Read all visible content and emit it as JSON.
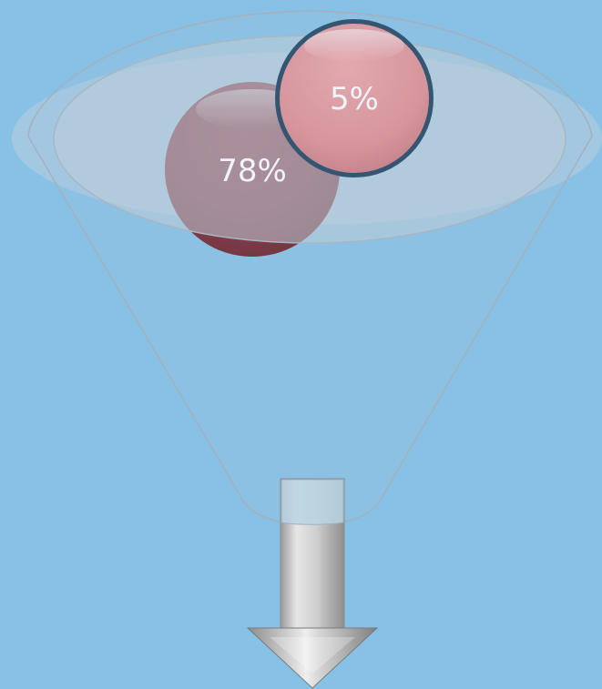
{
  "diagram": {
    "type": "funnel",
    "background_color": "#87c1e6",
    "items": [
      {
        "id": "large",
        "label": "78%",
        "value": 78,
        "color": "#7c222b"
      },
      {
        "id": "small",
        "label": "5%",
        "value": 5,
        "color": "#e08c8f",
        "border_color": "#1c3f5c"
      }
    ],
    "output": {
      "icon": "down-arrow-icon",
      "color": "#c9c9c9"
    }
  }
}
